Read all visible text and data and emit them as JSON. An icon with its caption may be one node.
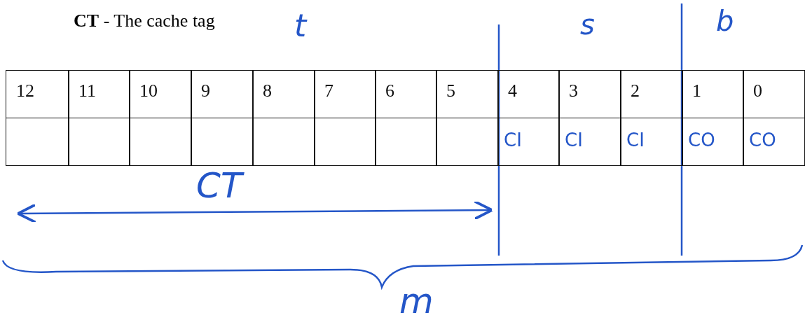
{
  "diagram": {
    "title": "**CT** - The cache tag",
    "labels": [
      "t",
      "s",
      "b",
      "12",
      "11",
      "10",
      "9",
      "8",
      "7",
      "6",
      "5",
      "4",
      "3",
      "2",
      "1",
      "0",
      "CI",
      "CI",
      "CI",
      "CO",
      "CO",
      "CT",
      "m"
    ]
  }
}
